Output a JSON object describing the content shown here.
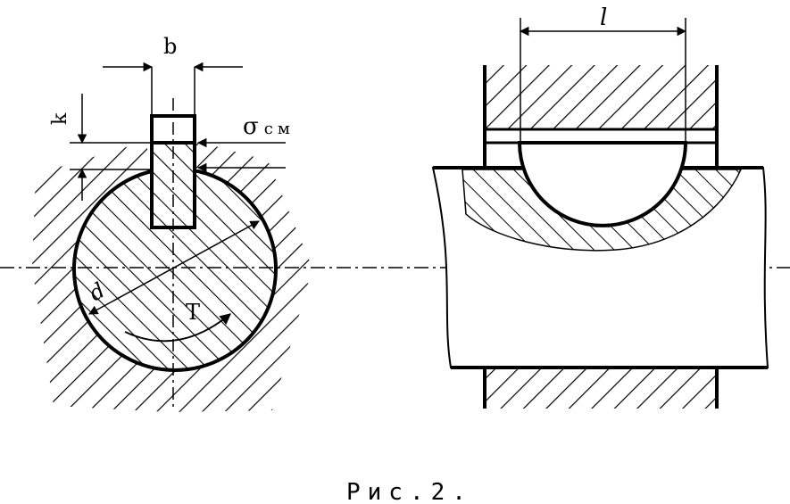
{
  "labels": {
    "key_width": "b",
    "key_depth": "k",
    "sigma_symbol": "σ",
    "sigma_subscript": "см",
    "diameter": "d",
    "torque": "T",
    "key_length": "l"
  },
  "caption": "Рис.2.",
  "colors": {
    "line": "#000000",
    "background": "#ffffff"
  }
}
